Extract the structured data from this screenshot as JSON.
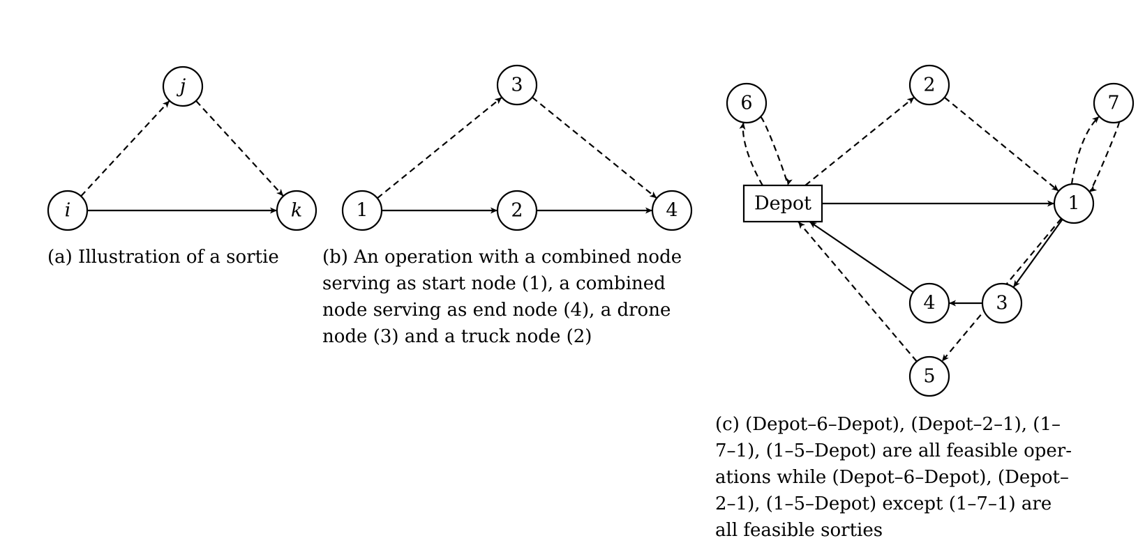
{
  "panels": [
    {
      "id": "a",
      "caption_lines": [
        "(a) Illustration of a sortie"
      ],
      "nodes": [
        {
          "id": "i",
          "label": "i",
          "shape": "circle",
          "italic": true
        },
        {
          "id": "j",
          "label": "j",
          "shape": "circle",
          "italic": true
        },
        {
          "id": "k",
          "label": "k",
          "shape": "circle",
          "italic": true
        }
      ],
      "edges": [
        {
          "from": "i",
          "to": "j",
          "style": "dashed"
        },
        {
          "from": "j",
          "to": "k",
          "style": "dashed"
        },
        {
          "from": "i",
          "to": "k",
          "style": "solid"
        }
      ]
    },
    {
      "id": "b",
      "caption_lines": [
        "(b) An operation with a combined node",
        "serving as start node (1), a combined",
        "node serving as end node (4), a drone",
        "node (3) and a truck node (2)"
      ],
      "nodes": [
        {
          "id": "1",
          "label": "1",
          "shape": "circle"
        },
        {
          "id": "2",
          "label": "2",
          "shape": "circle"
        },
        {
          "id": "3",
          "label": "3",
          "shape": "circle"
        },
        {
          "id": "4",
          "label": "4",
          "shape": "circle"
        }
      ],
      "edges": [
        {
          "from": "1",
          "to": "3",
          "style": "dashed"
        },
        {
          "from": "3",
          "to": "4",
          "style": "dashed"
        },
        {
          "from": "1",
          "to": "2",
          "style": "solid"
        },
        {
          "from": "2",
          "to": "4",
          "style": "solid"
        }
      ]
    },
    {
      "id": "c",
      "caption_lines": [
        "(c) (Depot–6–Depot), (Depot–2–1), (1–",
        "7–1), (1–5–Depot) are all feasible oper-",
        "ations while (Depot–6–Depot), (Depot–",
        "2–1), (1–5–Depot) except (1–7–1) are",
        "all feasible sorties"
      ],
      "nodes": [
        {
          "id": "Depot",
          "label": "Depot",
          "shape": "rect"
        },
        {
          "id": "1",
          "label": "1",
          "shape": "circle"
        },
        {
          "id": "2",
          "label": "2",
          "shape": "circle"
        },
        {
          "id": "3",
          "label": "3",
          "shape": "circle"
        },
        {
          "id": "4",
          "label": "4",
          "shape": "circle"
        },
        {
          "id": "5",
          "label": "5",
          "shape": "circle"
        },
        {
          "id": "6",
          "label": "6",
          "shape": "circle"
        },
        {
          "id": "7",
          "label": "7",
          "shape": "circle"
        }
      ],
      "edges": [
        {
          "from": "Depot",
          "to": "1",
          "style": "solid"
        },
        {
          "from": "1",
          "to": "3",
          "style": "solid"
        },
        {
          "from": "3",
          "to": "4",
          "style": "solid"
        },
        {
          "from": "4",
          "to": "Depot",
          "style": "solid"
        },
        {
          "from": "Depot",
          "to": "2",
          "style": "dashed"
        },
        {
          "from": "2",
          "to": "1",
          "style": "dashed"
        },
        {
          "from": "Depot",
          "to": "6",
          "style": "dashed"
        },
        {
          "from": "6",
          "to": "Depot",
          "style": "dashed"
        },
        {
          "from": "1",
          "to": "7",
          "style": "dashed"
        },
        {
          "from": "7",
          "to": "1",
          "style": "dashed"
        },
        {
          "from": "1",
          "to": "5",
          "style": "dashed"
        },
        {
          "from": "5",
          "to": "Depot",
          "style": "dashed"
        }
      ]
    }
  ]
}
